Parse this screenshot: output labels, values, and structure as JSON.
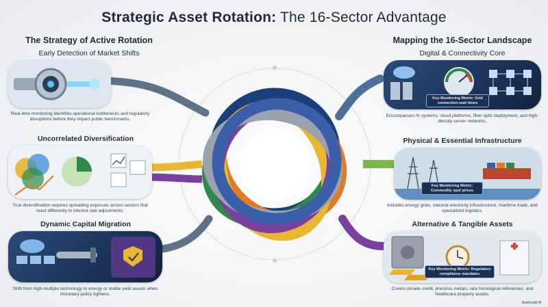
{
  "title": {
    "bold": "Strategic Asset Rotation:",
    "rest": " The 16-Sector Advantage"
  },
  "left": {
    "heading": "The Strategy of Active Rotation",
    "subheading": "Early Detection of Market Shifts",
    "sections": [
      {
        "body": "Real-time monitoring identifies operational bottlenecks and regulatory disruptions before they impact public benchmarks."
      },
      {
        "title": "Uncorrelated Diversification",
        "body": "True diversification requires spreading exposure across sectors that react differently to interest rate adjustments."
      },
      {
        "title": "Dynamic Capital Migration",
        "body": "Shift from high-multiple technology to energy or stable yield assets when monetary policy tightens."
      }
    ]
  },
  "right": {
    "heading": "Mapping the 16-Sector Landscape",
    "subheading": "Digital & Connectivity Core",
    "sections": [
      {
        "metric": "Key Monitoring Metric: Grid connection wait times",
        "body": "Encompasses AI systems, cloud platforms, fiber optic deployment, and high-density server networks."
      },
      {
        "title": "Physical & Essential Infrastructure",
        "metric": "Key Monitoring Metric: Commodity spot prices",
        "body": "Includes energy grids, national electricity infrastructure, maritime trade, and specialized logistics."
      },
      {
        "title": "Alternative & Tangible Assets",
        "metric": "Key Monitoring Metric: Regulatory compliance mandates",
        "body": "Covers private credit, precious metals, rare horological references, and healthcare property assets."
      }
    ]
  },
  "footer": "NotebookLM",
  "colors": {
    "ribbons": [
      "#3a5fa8",
      "#2f8a4a",
      "#e07b26",
      "#e8b630",
      "#7b3fa0",
      "#9aa3ad",
      "#1b3f7a"
    ],
    "connector": "#5e7288"
  }
}
